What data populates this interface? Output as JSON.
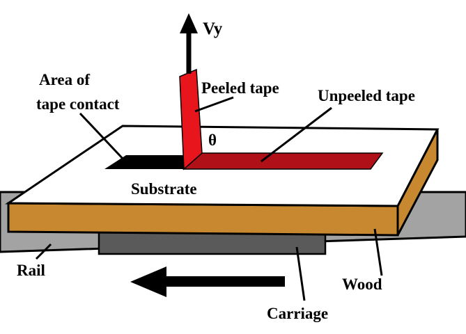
{
  "labels": {
    "vy": "Vy",
    "area_line1": "Area of",
    "area_line2": "tape contact",
    "peeled": "Peeled tape",
    "unpeeled": "Unpeeled tape",
    "theta": "θ",
    "substrate": "Substrate",
    "rail": "Rail",
    "wood": "Wood",
    "carriage": "Carriage"
  },
  "colors": {
    "rail": "#a3a3a3",
    "carriage": "#5a5a5a",
    "wood": "#c8882f",
    "substrate": "#ffffff",
    "contact_area": "#000000",
    "peeled_tape": "#e8161c",
    "unpeeled_tape": "#b01018",
    "arrows": "#000000"
  }
}
